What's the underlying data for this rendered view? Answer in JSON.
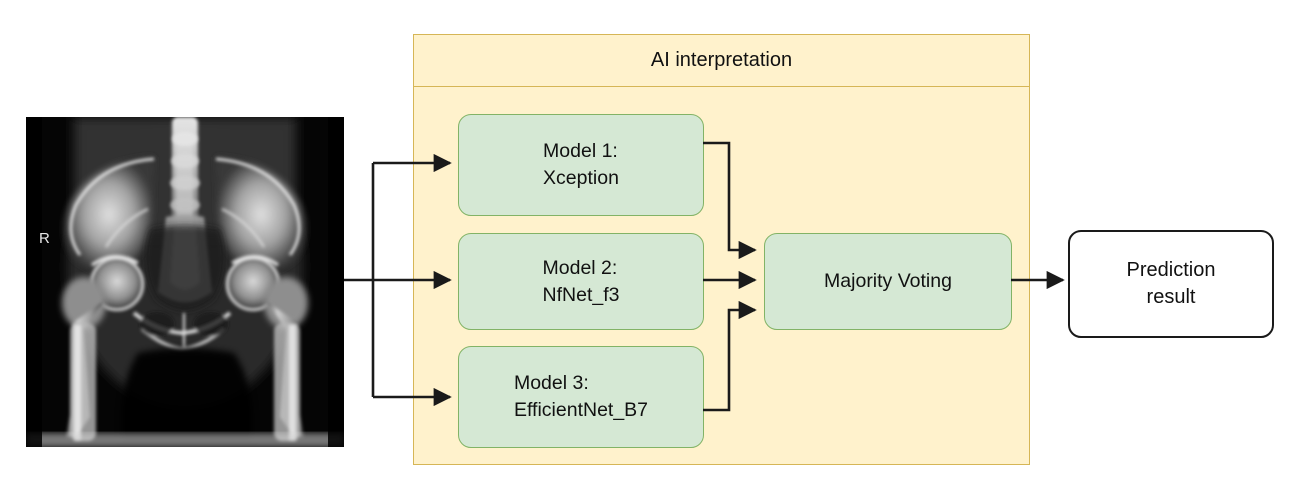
{
  "figure": {
    "type": "flow-diagram",
    "background": "#ffffff"
  },
  "palette": {
    "container_fill": "#fff2cc",
    "container_border": "#d6b656",
    "process_fill": "#d5e8d4",
    "process_border": "#82b366",
    "result_fill": "#ffffff",
    "result_border": "#1a1a1a",
    "connector": "#1a1a1a",
    "text": "#111111"
  },
  "input": {
    "name": "pelvis-xray",
    "marker_label": "R",
    "alt": "Anteroposterior pelvis radiograph showing both hips"
  },
  "ai_container": {
    "title": "AI interpretation"
  },
  "models": [
    {
      "id": "model-1",
      "line1": "Model 1:",
      "line2": "Xception",
      "label": "Model 1:\nXception"
    },
    {
      "id": "model-2",
      "line1": "Model 2:",
      "line2": "NfNet_f3",
      "label": "Model 2:\nNfNet_f3"
    },
    {
      "id": "model-3",
      "line1": "Model 3:",
      "line2": "EfficientNet_B7",
      "label": "Model 3:\nEfficientNet_B7"
    }
  ],
  "aggregator": {
    "id": "majority-voting",
    "label": "Majority Voting"
  },
  "output": {
    "id": "prediction-result",
    "line1": "Prediction",
    "line2": "result",
    "label": "Prediction\nresult"
  },
  "connectors": [
    {
      "from": "pelvis-xray",
      "to": "model-1",
      "style": "orthogonal-arrow"
    },
    {
      "from": "pelvis-xray",
      "to": "model-2",
      "style": "straight-arrow"
    },
    {
      "from": "pelvis-xray",
      "to": "model-3",
      "style": "orthogonal-arrow"
    },
    {
      "from": "model-1",
      "to": "majority-voting",
      "style": "orthogonal-arrow"
    },
    {
      "from": "model-2",
      "to": "majority-voting",
      "style": "straight-arrow"
    },
    {
      "from": "model-3",
      "to": "majority-voting",
      "style": "orthogonal-arrow"
    },
    {
      "from": "majority-voting",
      "to": "prediction-result",
      "style": "straight-arrow"
    }
  ]
}
